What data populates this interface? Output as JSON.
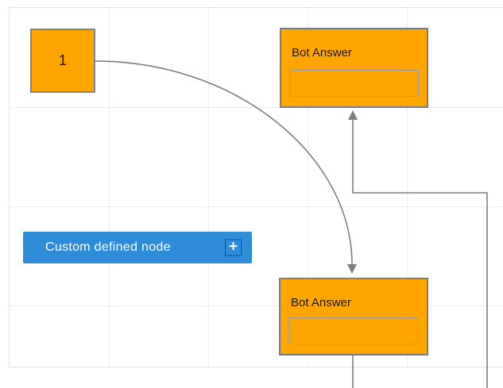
{
  "diagram": {
    "nodes": {
      "start_node": {
        "label": "1"
      },
      "bot_answer_top": {
        "title": "Bot Answer"
      },
      "bot_answer_bottom": {
        "title": "Bot Answer"
      },
      "custom_node": {
        "label": "Custom defined node",
        "add_icon": "plus-icon",
        "add_glyph": "+"
      }
    },
    "connectors": [
      {
        "id": "start-to-bottom-bot",
        "type": "bezier",
        "arrow": "down"
      },
      {
        "id": "loop-to-top-bot",
        "type": "orthogonal",
        "arrow": "up"
      },
      {
        "id": "bottom-bot-outgoing",
        "type": "straight",
        "arrow": "none"
      }
    ],
    "colors": {
      "node_fill": "#FFA500",
      "node_border": "#7D7D7D",
      "node_title_text": "#1C1C1C",
      "custom_node_fill": "#2E8CD8",
      "custom_node_text": "#FFFFFF",
      "connector": "#7F7F7F",
      "grid_line": "#EDEDED",
      "canvas_border": "#E2E2E2"
    }
  }
}
